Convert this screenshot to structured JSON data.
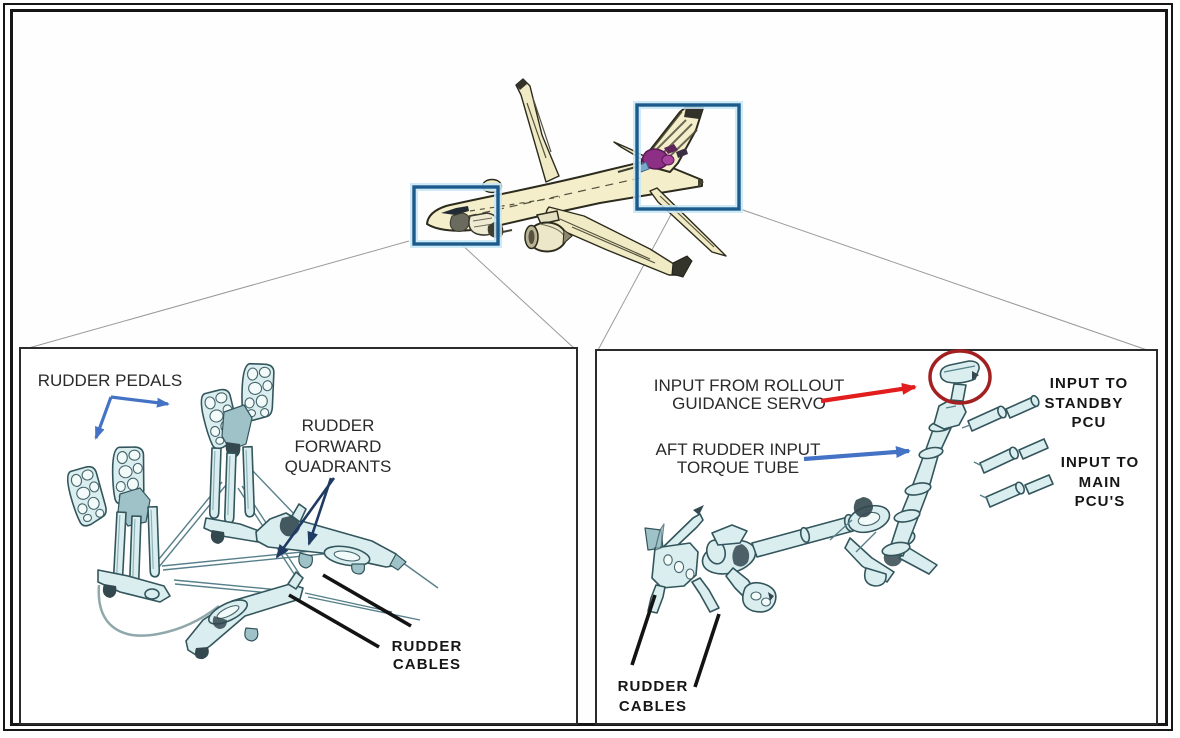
{
  "left_panel": {
    "rudder_pedals": "RUDDER PEDALS",
    "rudder_forward_quadrants": [
      "RUDDER",
      "FORWARD",
      "QUADRANTS"
    ],
    "rudder_cables": [
      "RUDDER",
      "CABLES"
    ]
  },
  "right_panel": {
    "input_rollout": [
      "INPUT FROM ROLLOUT",
      "GUIDANCE SERVO"
    ],
    "torque_tube": [
      "AFT RUDDER INPUT",
      "TORQUE TUBE"
    ],
    "input_standby": [
      "INPUT TO",
      "STANDBY",
      "PCU"
    ],
    "input_main": [
      "INPUT TO",
      "MAIN",
      "PCU'S"
    ],
    "rudder_cables": [
      "RUDDER",
      "CABLES"
    ]
  },
  "colors": {
    "callout_box": "#1d5a8c",
    "callout_glow": "#c7e6f6",
    "leader_line": "#9a9a9a",
    "arrow_blue": "#4472c4",
    "arrow_navy": "#1f3a63",
    "arrow_red": "#e11d1d",
    "red_circle": "#a32020",
    "rudder_highlight": "#8e2f86",
    "aircraft_fill": "#f4eecb",
    "mechanism_fill": "#daeef0"
  }
}
